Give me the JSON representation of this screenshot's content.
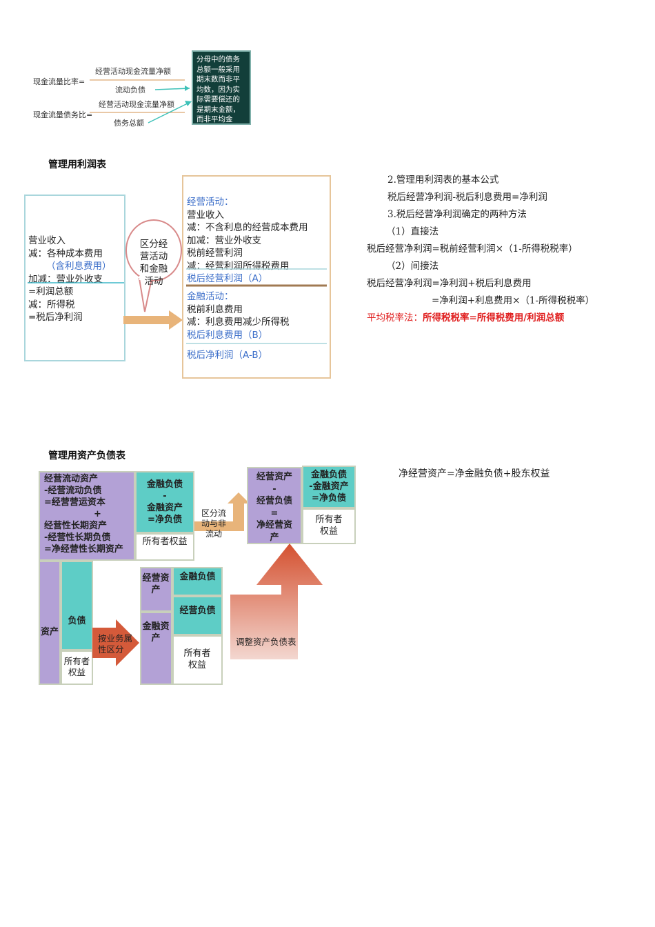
{
  "cashflow": {
    "ratio1_label": "现金流量比率=",
    "ratio1_numerator": "经营活动现金流量净额",
    "ratio1_denominator": "流动负债",
    "ratio2_label": "现金流量债务比=",
    "ratio2_numerator": "经营活动现金流量净额",
    "ratio2_denominator": "债务总额",
    "note_lines": [
      "分母中的债务",
      "总额一般采用",
      "期末数而非平",
      "均数，因为实",
      "际需要偿还的",
      "是期末金额，",
      "而非平均金额。"
    ]
  },
  "income": {
    "title": "管理用利润表",
    "left_lines": [
      "营业收入",
      "减：各种成本费用",
      "（含利息费用）",
      "加减：营业外收支",
      "=利润总额",
      "减：所得税",
      "=税后净利润"
    ],
    "bubble_lines": [
      "区分经",
      "营活动",
      "和金融",
      "活动"
    ],
    "op_lines": [
      "经营活动：",
      "营业收入",
      "减：不含利息的经营成本费用",
      "加减：营业外收支",
      "税前经营利润",
      "减：经营利润所得税费用",
      "税后经营利润（A）"
    ],
    "fin_lines": [
      "金融活动：",
      "税前利息费用",
      "减：利息费用减少所得税",
      "税后利息费用（B）"
    ],
    "net_line": "税后净利润（A-B）",
    "formulas": [
      "2.管理用利润表的基本公式",
      "税后经营净利润-税后利息费用=净利润",
      "3.税后经营净利润确定的两种方法",
      "（1）直接法",
      "税后经营净利润=税前经营利润×（1-所得税税率）",
      "（2）间接法",
      "税后经营净利润=净利润+税后利息费用",
      "=净利润+利息费用×（1-所得税税率）"
    ],
    "avg_rate_label": "平均税率法：",
    "avg_rate_formula": "所得税税率=所得税费用/利润总额"
  },
  "balance": {
    "title": "管理用资产负债表",
    "equation": "净经营资产=净金融负债+股东权益",
    "op_block_lines": [
      "经营流动资产",
      "-经营流动负债",
      "=经营营运资本",
      "+",
      "经营性长期资产",
      "-经营性长期负债",
      "=净经营性长期资产"
    ],
    "fin_block_lines": [
      "金融负债",
      "-",
      "金融资产",
      "=净负债"
    ],
    "equity": "所有者权益",
    "arrow1_lines": [
      "区分流",
      "动与非",
      "流动"
    ],
    "net_op_lines": [
      "经营资产",
      "-",
      "经营负债",
      "=",
      "净经营资",
      "产"
    ],
    "net_fin_lines": [
      "金融负债",
      "-金融资产",
      "=净负债"
    ],
    "assets": "资产",
    "liabilities": "负债",
    "arrow2_lines": [
      "按业务属",
      "性区分"
    ],
    "op_assets": "经营资产",
    "fin_liab": "金融负债",
    "op_liab": "经营负债",
    "fin_assets": "金融资产",
    "adjust_label": "调整资产负债表"
  },
  "colors": {
    "purple": "#b3a1d6",
    "teal": "#5ecdc6",
    "red_arrow": "#d45a3a",
    "tan_arrow": "#e8b47a",
    "note_bg": "#123f3a"
  }
}
